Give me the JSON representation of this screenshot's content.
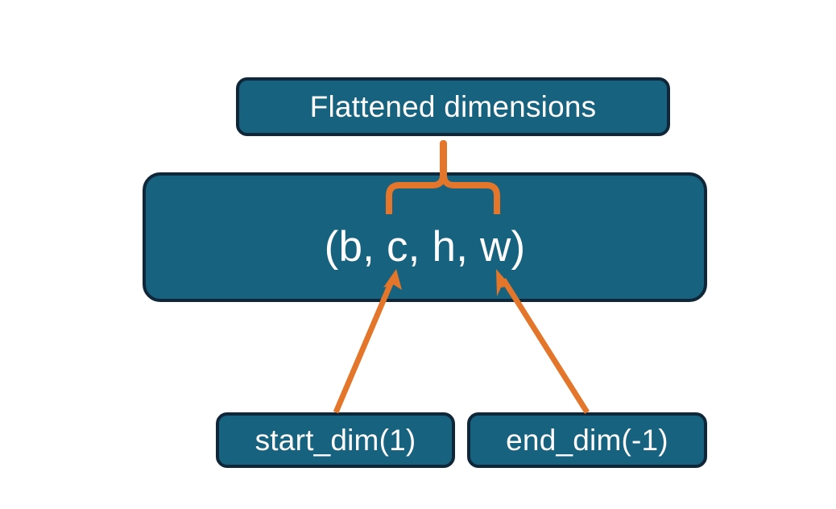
{
  "diagram": {
    "title_node": {
      "label": "Flattened dimensions"
    },
    "shape_node": {
      "label": "(b, c, h, w)"
    },
    "start_node": {
      "label": "start_dim(1)"
    },
    "end_node": {
      "label": "end_dim(-1)"
    },
    "connectors": {
      "brace_name": "flattened-range-brace",
      "start_arrow_name": "start-dim-arrow",
      "end_arrow_name": "end-dim-arrow"
    },
    "colors": {
      "node_fill": "#17627F",
      "node_border": "#0F2739",
      "node_text": "#FFFFFF",
      "connector": "#E3762A",
      "background": "#FFFFFF"
    }
  }
}
